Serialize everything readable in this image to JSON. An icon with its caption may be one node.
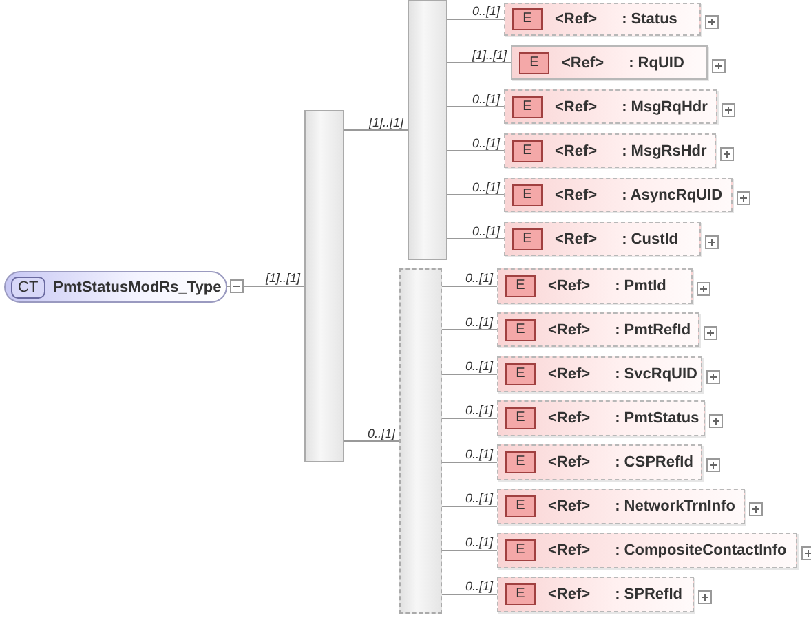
{
  "diagram": {
    "nodes": [
      {
        "text": [
          "CT",
          "PmtStatusModRs_Type"
        ]
      },
      {
        "text": [],
        "shape": "bar"
      },
      {
        "text": [],
        "shape": "bar"
      },
      {
        "text": [],
        "shape": "bar"
      },
      {
        "text": [
          "E",
          "<Ref>",
          ": Status"
        ]
      },
      {
        "text": [
          "E",
          "<Ref>",
          ": RqUID"
        ]
      },
      {
        "text": [
          "E",
          "<Ref>",
          ": MsgRqHdr"
        ]
      },
      {
        "text": [
          "E",
          "<Ref>",
          ": MsgRsHdr"
        ]
      },
      {
        "text": [
          "E",
          "<Ref>",
          ": AsyncRqUID"
        ]
      },
      {
        "text": [
          "E",
          "<Ref>",
          ": CustId"
        ]
      },
      {
        "text": [
          "E",
          "<Ref>",
          ": PmtId"
        ]
      },
      {
        "text": [
          "E",
          "<Ref>",
          ": PmtRefId"
        ]
      },
      {
        "text": [
          "E",
          "<Ref>",
          ": SvcRqUID"
        ]
      },
      {
        "text": [
          "E",
          "<Ref>",
          ": PmtStatus"
        ]
      },
      {
        "text": [
          "E",
          "<Ref>",
          ": CSPRefId"
        ]
      },
      {
        "text": [
          "E",
          "<Ref>",
          ": NetworkTrnInfo"
        ]
      },
      {
        "text": [
          "E",
          "<Ref>",
          ": CompositeContactInfo"
        ]
      },
      {
        "text": [
          "E",
          "<Ref>",
          ": SPRefId"
        ]
      }
    ],
    "edges": [
      {
        "from": 0,
        "to": 1,
        "arrow": "other",
        "label": "[1]..[1]"
      },
      {
        "from": 1,
        "to": 2,
        "arrow": "none",
        "label": "[1]..[1]"
      },
      {
        "from": 1,
        "to": 3,
        "arrow": "none",
        "label": "0..[1]"
      },
      {
        "from": 2,
        "to": 4,
        "arrow": "none",
        "label": "0..[1]"
      },
      {
        "from": 2,
        "to": 5,
        "arrow": "none",
        "label": "[1]..[1]"
      },
      {
        "from": 2,
        "to": 6,
        "arrow": "none",
        "label": "0..[1]"
      },
      {
        "from": 2,
        "to": 7,
        "arrow": "none",
        "label": "0..[1]"
      },
      {
        "from": 2,
        "to": 8,
        "arrow": "none",
        "label": "0..[1]"
      },
      {
        "from": 2,
        "to": 9,
        "arrow": "none",
        "label": "0..[1]"
      },
      {
        "from": 3,
        "to": 10,
        "arrow": "none",
        "label": "0..[1]"
      },
      {
        "from": 3,
        "to": 11,
        "arrow": "none",
        "label": "0..[1]"
      },
      {
        "from": 3,
        "to": 12,
        "arrow": "none",
        "label": "0..[1]"
      },
      {
        "from": 3,
        "to": 13,
        "arrow": "none",
        "label": "0..[1]"
      },
      {
        "from": 3,
        "to": 14,
        "arrow": "none",
        "label": "0..[1]"
      },
      {
        "from": 3,
        "to": 15,
        "arrow": "none",
        "label": "0..[1]"
      },
      {
        "from": 3,
        "to": 16,
        "arrow": "none",
        "label": "0..[1]"
      },
      {
        "from": 3,
        "to": 17,
        "arrow": "none",
        "label": "0..[1]"
      }
    ]
  }
}
